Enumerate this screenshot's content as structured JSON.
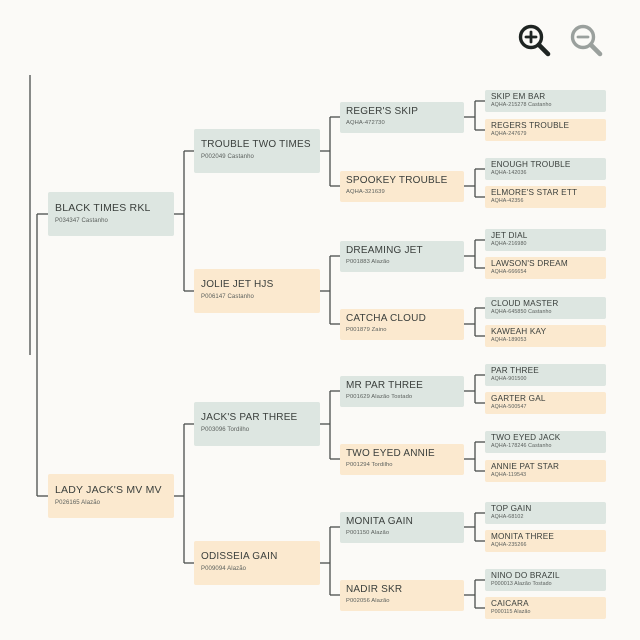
{
  "toolbar": {
    "zoom_in_icon": "zoom-in-icon",
    "zoom_out_icon": "zoom-out-icon"
  },
  "colors": {
    "male_card": "#dde6e1",
    "female_card": "#fbe9cf",
    "connector": "#4a4f4c",
    "zoom_in": "#1e2422",
    "zoom_out": "#9aa09d"
  },
  "pedigree": {
    "gen1": [
      {
        "name": "BLACK TIMES RKL",
        "reg": "P034347 Castanho",
        "sex": "m"
      },
      {
        "name": "LADY JACK'S MV MV",
        "reg": "P026165 Alazão",
        "sex": "f"
      }
    ],
    "gen2": [
      {
        "name": "TROUBLE TWO TIMES",
        "reg": "P002049 Castanho",
        "sex": "m"
      },
      {
        "name": "JOLIE JET HJS",
        "reg": "P006147 Castanho",
        "sex": "f"
      },
      {
        "name": "JACK'S PAR THREE",
        "reg": "P003096 Tordilho",
        "sex": "m"
      },
      {
        "name": "ODISSEIA GAIN",
        "reg": "P009094 Alazão",
        "sex": "f"
      }
    ],
    "gen3": [
      {
        "name": "REGER'S SKIP",
        "reg": "AQHA-472730",
        "sex": "m"
      },
      {
        "name": "SPOOKEY TROUBLE",
        "reg": "AQHA-321639",
        "sex": "f"
      },
      {
        "name": "DREAMING JET",
        "reg": "P001883 Alazão",
        "sex": "m"
      },
      {
        "name": "CATCHA CLOUD",
        "reg": "P001879 Zaino",
        "sex": "f"
      },
      {
        "name": "MR PAR THREE",
        "reg": "P001629 Alazão Tostado",
        "sex": "m"
      },
      {
        "name": "TWO EYED ANNIE",
        "reg": "P001294 Tordilho",
        "sex": "f"
      },
      {
        "name": "MONITA GAIN",
        "reg": "P001150 Alazão",
        "sex": "m"
      },
      {
        "name": "NADIR SKR",
        "reg": "P002056 Alazão",
        "sex": "f"
      }
    ],
    "gen4": [
      {
        "name": "SKIP EM BAR",
        "reg": "AQHA-215278 Castanho",
        "sex": "m"
      },
      {
        "name": "REGERS TROUBLE",
        "reg": "AQHA-247679",
        "sex": "f"
      },
      {
        "name": "ENOUGH TROUBLE",
        "reg": "AQHA-142036",
        "sex": "m"
      },
      {
        "name": "ELMORE'S STAR ETT",
        "reg": "AQHA-42356",
        "sex": "f"
      },
      {
        "name": "JET DIAL",
        "reg": "AQHA-216980",
        "sex": "m"
      },
      {
        "name": "LAWSON'S DREAM",
        "reg": "AQHA-666654",
        "sex": "f"
      },
      {
        "name": "CLOUD MASTER",
        "reg": "AQHA-645850 Castanho",
        "sex": "m"
      },
      {
        "name": "KAWEAH KAY",
        "reg": "AQHA-189053",
        "sex": "f"
      },
      {
        "name": "PAR THREE",
        "reg": "AQHA-901500",
        "sex": "m"
      },
      {
        "name": "GARTER GAL",
        "reg": "AQHA-500547",
        "sex": "f"
      },
      {
        "name": "TWO EYED JACK",
        "reg": "AQHA-178246 Castanho",
        "sex": "m"
      },
      {
        "name": "ANNIE PAT STAR",
        "reg": "AQHA-119543",
        "sex": "f"
      },
      {
        "name": "TOP GAIN",
        "reg": "AQHA-68102",
        "sex": "m"
      },
      {
        "name": "MONITA THREE",
        "reg": "AQHA-235266",
        "sex": "f"
      },
      {
        "name": "NINO DO BRAZIL",
        "reg": "P000013 Alazão Tostado",
        "sex": "m"
      },
      {
        "name": "CAICARA",
        "reg": "P000115 Alazão",
        "sex": "f"
      }
    ]
  }
}
